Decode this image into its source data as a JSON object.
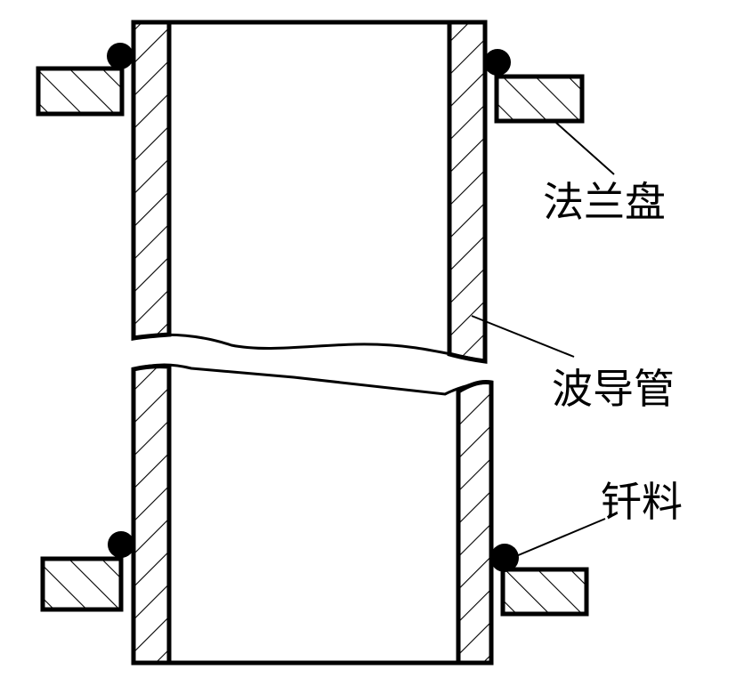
{
  "labels": {
    "flange": "法兰盘",
    "waveguide": "波导管",
    "solder": "钎料"
  },
  "colors": {
    "stroke": "#000000",
    "background": "#ffffff"
  }
}
